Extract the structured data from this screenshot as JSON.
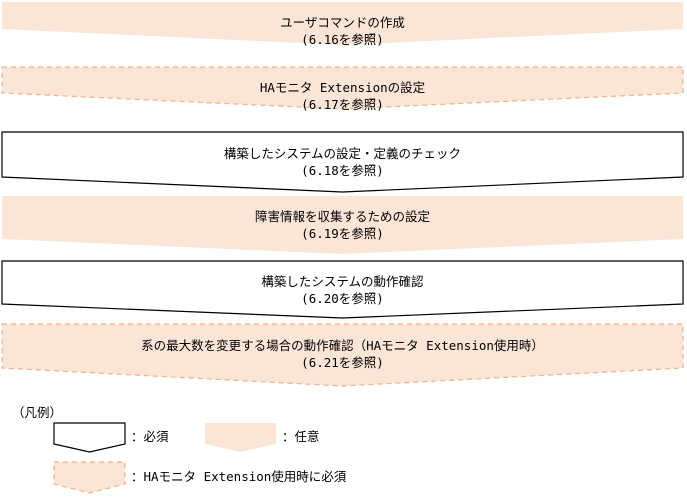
{
  "steps": [
    {
      "title": "ユーザコマンドの作成",
      "ref": "(6.16を参照)",
      "kind": "optional"
    },
    {
      "title": "HAモニタ Extensionの設定",
      "ref": "(6.17を参照)",
      "kind": "ha_required"
    },
    {
      "title": "構築したシステムの設定・定義のチェック",
      "ref": "(6.18を参照)",
      "kind": "required"
    },
    {
      "title": "障害情報を収集するための設定",
      "ref": "(6.19を参照)",
      "kind": "optional"
    },
    {
      "title": "構築したシステムの動作確認",
      "ref": "(6.20を参照)",
      "kind": "required"
    },
    {
      "title": "系の最大数を変更する場合の動作確認（HAモニタ Extension使用時）",
      "ref": "(6.21を参照)",
      "kind": "ha_required"
    }
  ],
  "legend": {
    "title": "（凡例）",
    "required_label": "：必須",
    "optional_label": "：任意",
    "ha_required_label": "：HAモニタ Extension使用時に必須"
  },
  "colors": {
    "fill": "#fbe5d6",
    "dashed_stroke": "#f4b183",
    "solid_stroke": "#000000"
  }
}
